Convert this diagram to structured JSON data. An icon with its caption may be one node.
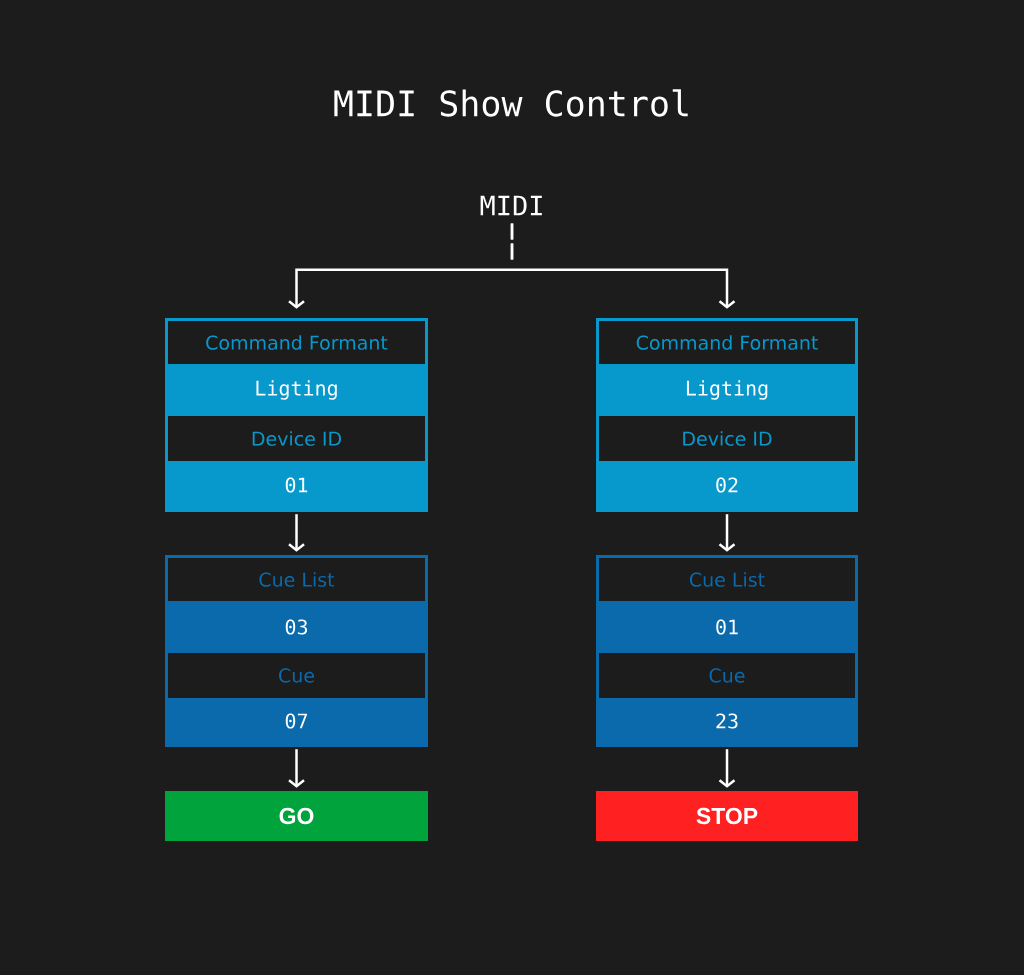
{
  "diagram": {
    "title": "MIDI Show Control",
    "nodes": [
      {
        "text": [
          "MIDI"
        ]
      },
      {
        "text": [],
        "shape": "box"
      },
      {
        "text": [
          "Command Formant"
        ],
        "in": 1
      },
      {
        "text": [
          "Ligting"
        ],
        "in": 1
      },
      {
        "text": [
          "Device ID"
        ],
        "in": 1
      },
      {
        "text": [
          "01"
        ],
        "in": 1
      },
      {
        "text": [],
        "shape": "box"
      },
      {
        "text": [
          "Command Formant"
        ],
        "in": 6
      },
      {
        "text": [
          "Ligting"
        ],
        "in": 6
      },
      {
        "text": [
          "Device ID"
        ],
        "in": 6
      },
      {
        "text": [
          "02"
        ],
        "in": 6
      },
      {
        "text": [],
        "shape": "box"
      },
      {
        "text": [
          "Cue List"
        ],
        "in": 11
      },
      {
        "text": [
          "03"
        ],
        "in": 11
      },
      {
        "text": [
          "Cue"
        ],
        "in": 11
      },
      {
        "text": [
          "07"
        ],
        "in": 11
      },
      {
        "text": [],
        "shape": "box"
      },
      {
        "text": [
          "Cue List"
        ],
        "in": 16
      },
      {
        "text": [
          "01"
        ],
        "in": 16
      },
      {
        "text": [
          "Cue"
        ],
        "in": 16
      },
      {
        "text": [
          "23"
        ],
        "in": 16
      },
      {
        "text": [
          "GO"
        ]
      },
      {
        "text": [
          "STOP"
        ]
      }
    ],
    "edges": [
      {
        "from": 0,
        "to": 1,
        "arrow": "to",
        "style": "dashed"
      },
      {
        "from": 0,
        "to": 6,
        "arrow": "to",
        "style": "dashed"
      },
      {
        "from": 1,
        "to": 11,
        "arrow": "to"
      },
      {
        "from": 6,
        "to": 16,
        "arrow": "to"
      },
      {
        "from": 11,
        "to": 21,
        "arrow": "to"
      },
      {
        "from": 16,
        "to": 22,
        "arrow": "to"
      }
    ]
  }
}
